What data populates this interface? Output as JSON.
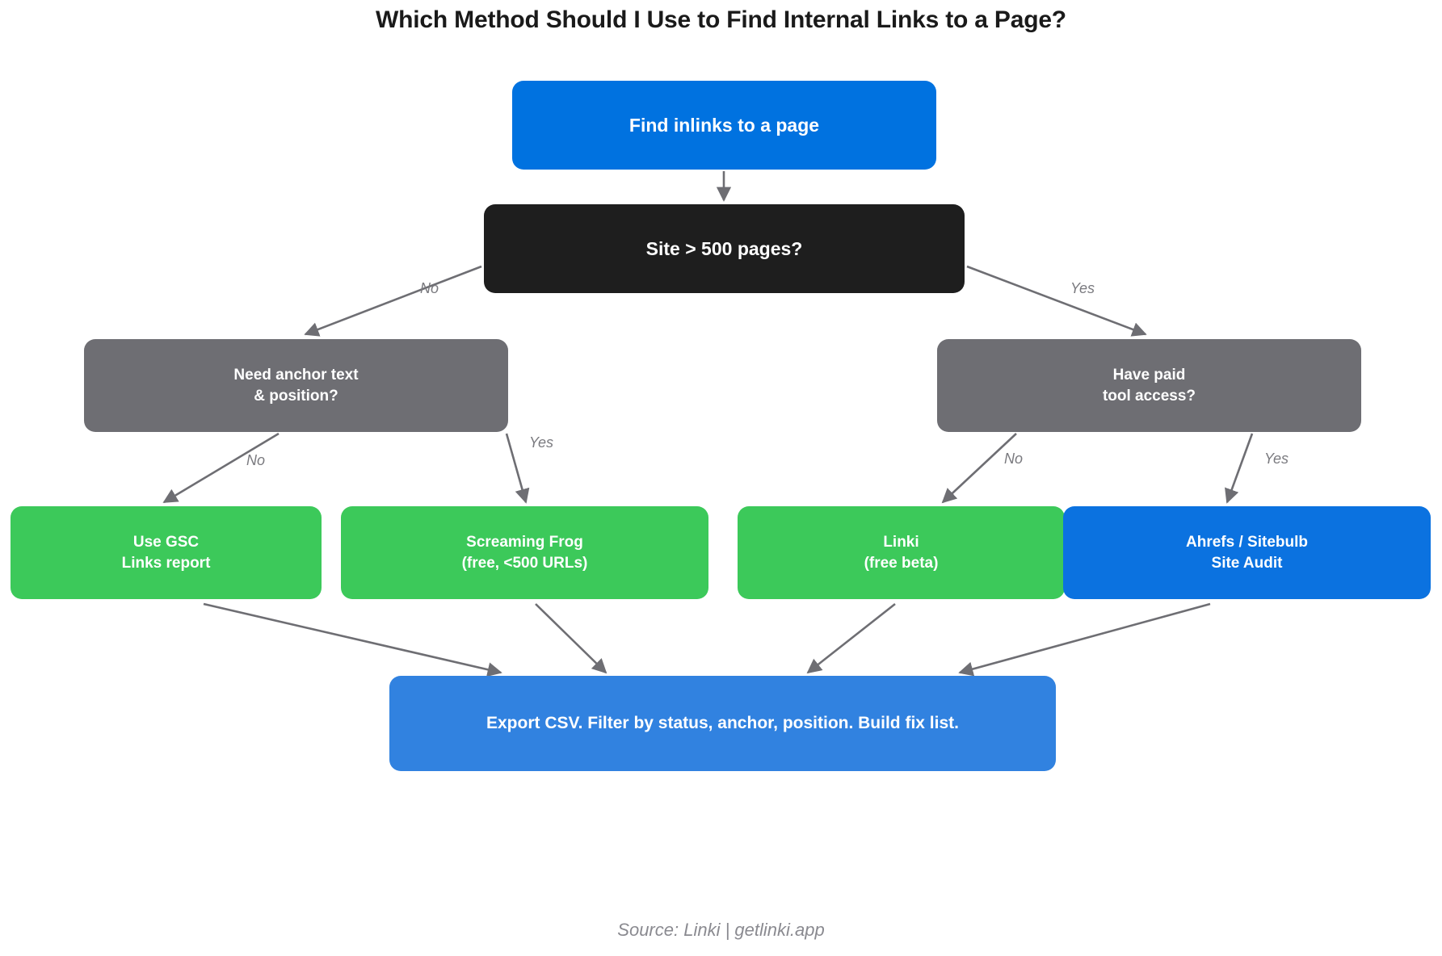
{
  "title": "Which Method Should I Use to Find Internal Links to a Page?",
  "source_note": "Source: Linki | getlinki.app",
  "colors": {
    "start": "#0072e0",
    "decision": "#1e1e1e",
    "question": "#6e6e73",
    "free_tool": "#3cc95a",
    "paid_tool": "#0b72e0",
    "final": "#3182e0",
    "edge": "#6e6e73",
    "background": "#ffffff",
    "title_text": "#1a1a1a",
    "label_text": "#7a7a7f"
  },
  "nodes": {
    "start": "Find inlinks to a page",
    "decision": "Site > 500 pages?",
    "left_question": "Need anchor text\n& position?",
    "right_question": "Have paid\ntool access?",
    "gsc": "Use GSC\nLinks report",
    "screaming_frog": "Screaming Frog\n(free, <500 URLs)",
    "linki": "Linki\n(free beta)",
    "ahrefs": "Ahrefs / Sitebulb\nSite Audit",
    "export": "Export CSV. Filter by status, anchor, position. Build fix list."
  },
  "edge_labels": {
    "decision_no": "No",
    "decision_yes": "Yes",
    "left_no": "No",
    "left_yes": "Yes",
    "right_no": "No",
    "right_yes": "Yes"
  },
  "chart_data": {
    "type": "flowchart",
    "title": "Which Method Should I Use to Find Internal Links to a Page?",
    "orientation": "top-down",
    "nodes": [
      {
        "id": "start",
        "label": "Find inlinks to a page",
        "shape": "rounded-rect",
        "color": "#0072e0",
        "role": "start"
      },
      {
        "id": "decision",
        "label": "Site > 500 pages?",
        "shape": "rounded-rect",
        "color": "#1e1e1e",
        "role": "decision"
      },
      {
        "id": "left_question",
        "label": "Need anchor text & position?",
        "shape": "rounded-rect",
        "color": "#6e6e73",
        "role": "decision"
      },
      {
        "id": "right_question",
        "label": "Have paid tool access?",
        "shape": "rounded-rect",
        "color": "#6e6e73",
        "role": "decision"
      },
      {
        "id": "gsc",
        "label": "Use GSC Links report",
        "shape": "rounded-rect",
        "color": "#3cc95a",
        "role": "outcome-free"
      },
      {
        "id": "screaming_frog",
        "label": "Screaming Frog (free, <500 URLs)",
        "shape": "rounded-rect",
        "color": "#3cc95a",
        "role": "outcome-free"
      },
      {
        "id": "linki",
        "label": "Linki (free beta)",
        "shape": "rounded-rect",
        "color": "#3cc95a",
        "role": "outcome-free"
      },
      {
        "id": "ahrefs",
        "label": "Ahrefs / Sitebulb Site Audit",
        "shape": "rounded-rect",
        "color": "#0b72e0",
        "role": "outcome-paid"
      },
      {
        "id": "export",
        "label": "Export CSV. Filter by status, anchor, position. Build fix list.",
        "shape": "rounded-rect",
        "color": "#3182e0",
        "role": "end"
      }
    ],
    "edges": [
      {
        "from": "start",
        "to": "decision",
        "label": ""
      },
      {
        "from": "decision",
        "to": "left_question",
        "label": "No"
      },
      {
        "from": "decision",
        "to": "right_question",
        "label": "Yes"
      },
      {
        "from": "left_question",
        "to": "gsc",
        "label": "No"
      },
      {
        "from": "left_question",
        "to": "screaming_frog",
        "label": "Yes"
      },
      {
        "from": "right_question",
        "to": "linki",
        "label": "No"
      },
      {
        "from": "right_question",
        "to": "ahrefs",
        "label": "Yes"
      },
      {
        "from": "gsc",
        "to": "export",
        "label": ""
      },
      {
        "from": "screaming_frog",
        "to": "export",
        "label": ""
      },
      {
        "from": "linki",
        "to": "export",
        "label": ""
      },
      {
        "from": "ahrefs",
        "to": "export",
        "label": ""
      }
    ]
  }
}
